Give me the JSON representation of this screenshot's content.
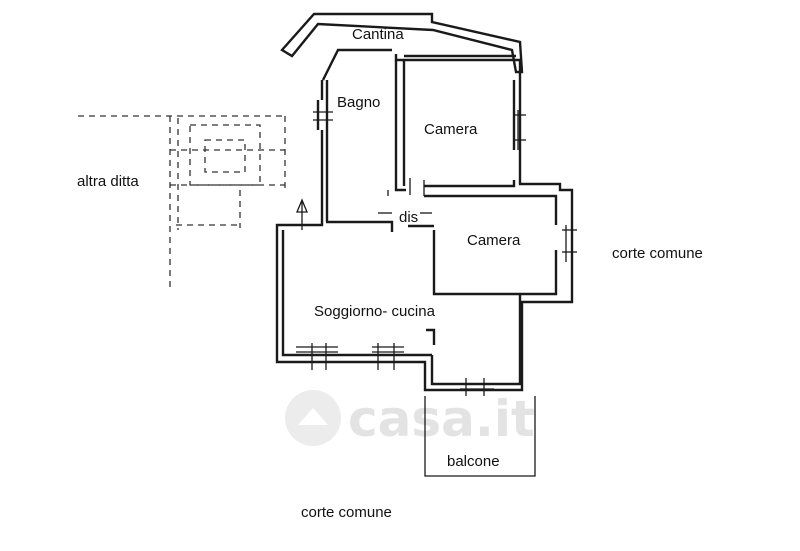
{
  "rooms": {
    "cantina": "Cantina",
    "bagno": "Bagno",
    "camera_1": "Camera",
    "camera_2": "Camera",
    "dis": "dis",
    "soggiorno": "Soggiorno- cucina",
    "balcone": "balcone"
  },
  "surroundings": {
    "altra_ditta": "altra ditta",
    "corte_comune_right": "corte comune",
    "corte_comune_bottom": "corte comune"
  },
  "watermark": "casa.it"
}
